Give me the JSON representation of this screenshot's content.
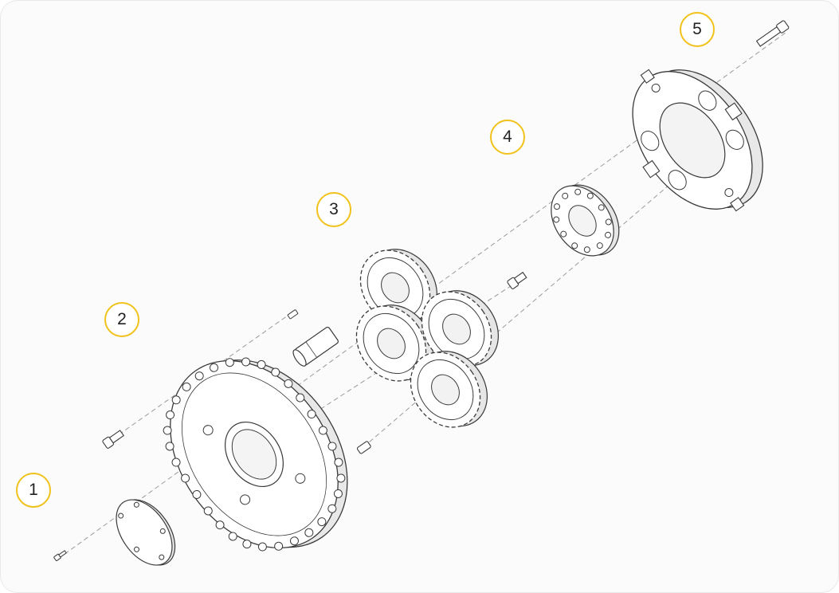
{
  "diagram": {
    "callouts": [
      {
        "id": "1",
        "label": "1"
      },
      {
        "id": "2",
        "label": "2"
      },
      {
        "id": "3",
        "label": "3"
      },
      {
        "id": "4",
        "label": "4"
      },
      {
        "id": "5",
        "label": "5"
      }
    ],
    "colors": {
      "badge_border": "#f1c21b",
      "line": "#3a3a3a",
      "axis_dash": "#9a9a9a",
      "fill": "#ffffff",
      "shade": "#e6e6e6"
    }
  }
}
